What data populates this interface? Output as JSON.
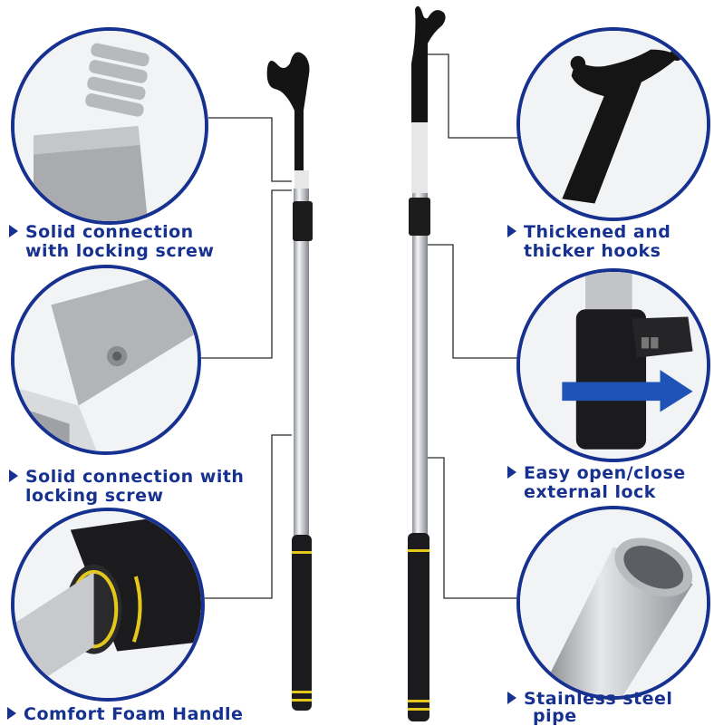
{
  "features": [
    {
      "id": "screw",
      "text_line1": "Solid connection",
      "text_line2": "with locking screw"
    },
    {
      "id": "lock-screw",
      "text_line1": "Solid connection with",
      "text_line2": "locking screw"
    },
    {
      "id": "foam",
      "text_line1": "Comfort Foam Handle",
      "text_line2": ""
    },
    {
      "id": "hooks",
      "text_line1": "Thickened and",
      "text_line2": "thicker hooks"
    },
    {
      "id": "external-lock",
      "text_line1": "Easy open/close",
      "text_line2": "external lock"
    },
    {
      "id": "steel",
      "text_line1": "Stainless steel",
      "text_line2": "pipe"
    }
  ],
  "colors": {
    "brand": "#16318f",
    "arrow": "#1f53b8",
    "foam": "#1b1b1d",
    "foam_stripe": "#e3c81b"
  },
  "icons": [
    "arrow-right-icon"
  ]
}
